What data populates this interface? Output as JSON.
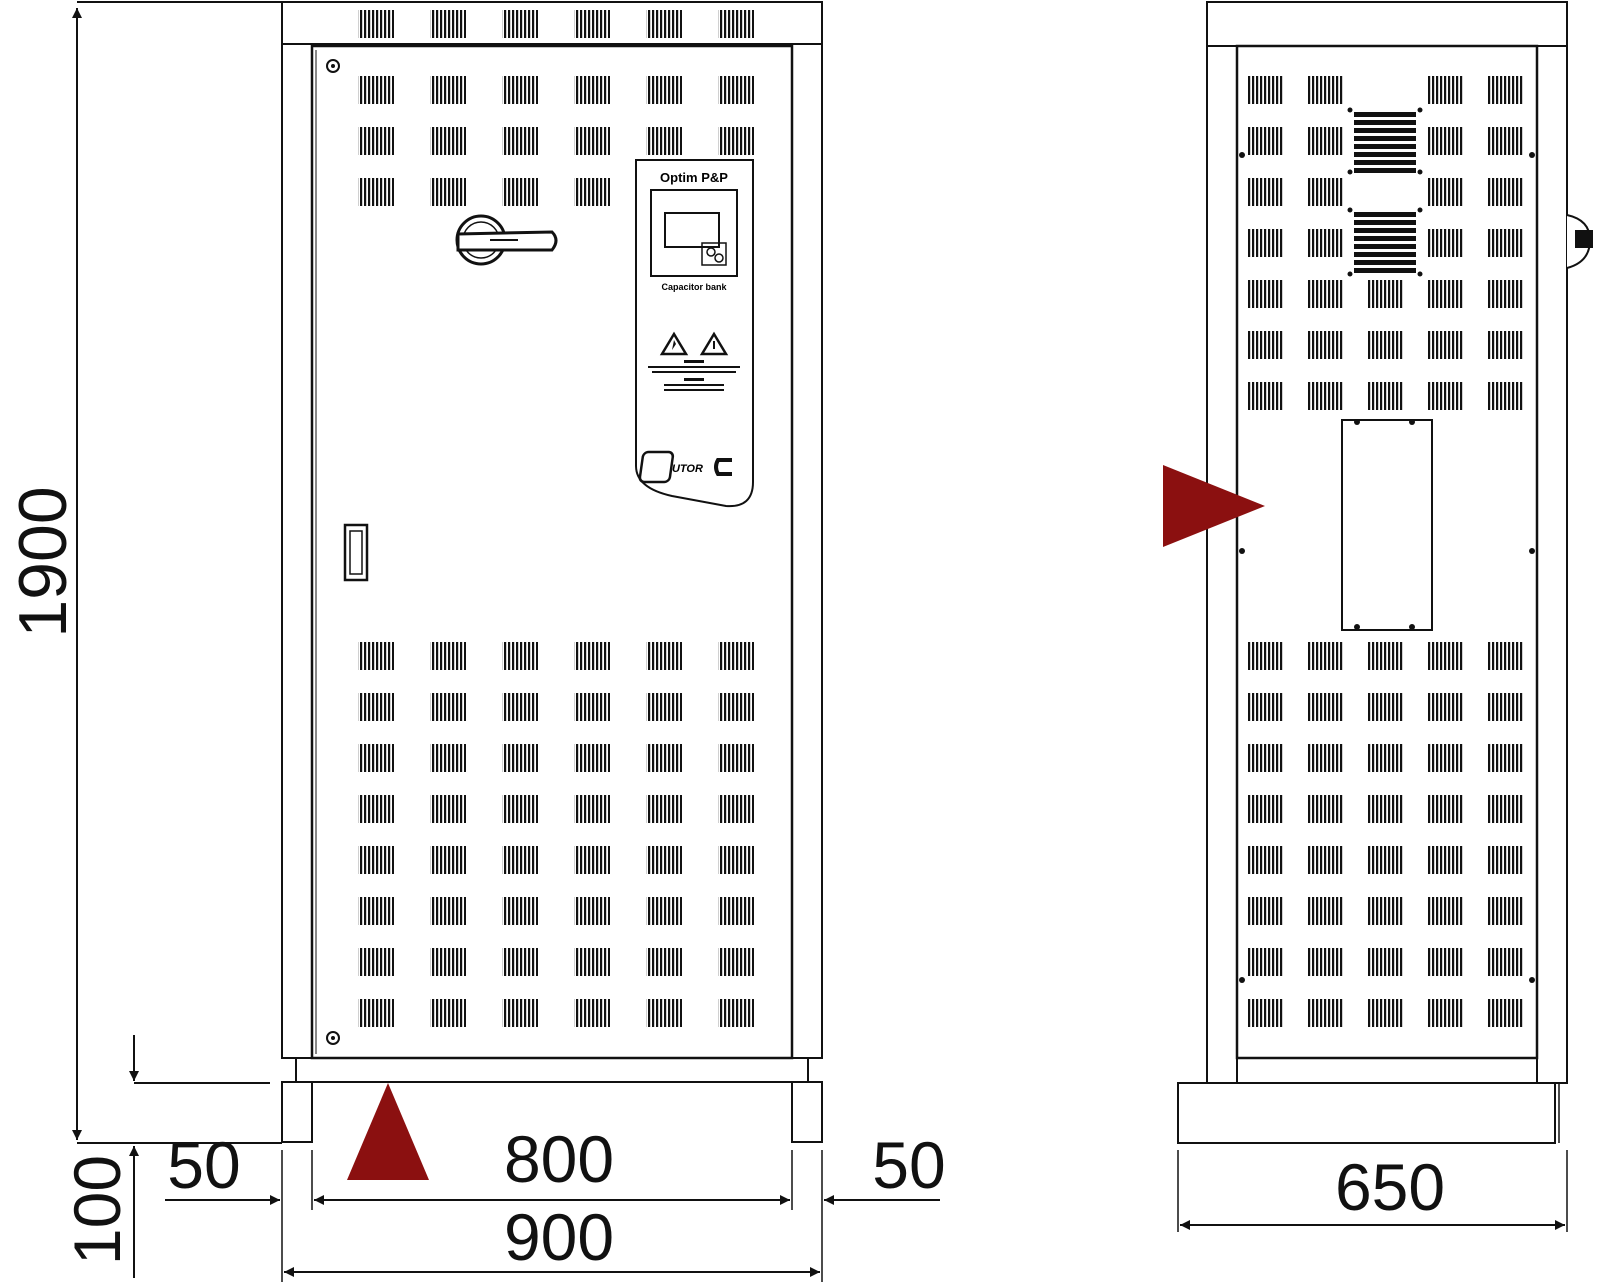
{
  "dimensions": {
    "height_total": "1900",
    "plinth_height": "100",
    "width_total": "900",
    "door_width": "800",
    "side_left": "50",
    "side_right": "50",
    "depth": "650"
  },
  "panel": {
    "product_name": "Optim P&P",
    "display_caption": "Capacitor bank",
    "brand": "CIRCUTOR"
  },
  "markers": {
    "color": "#8b1010"
  }
}
